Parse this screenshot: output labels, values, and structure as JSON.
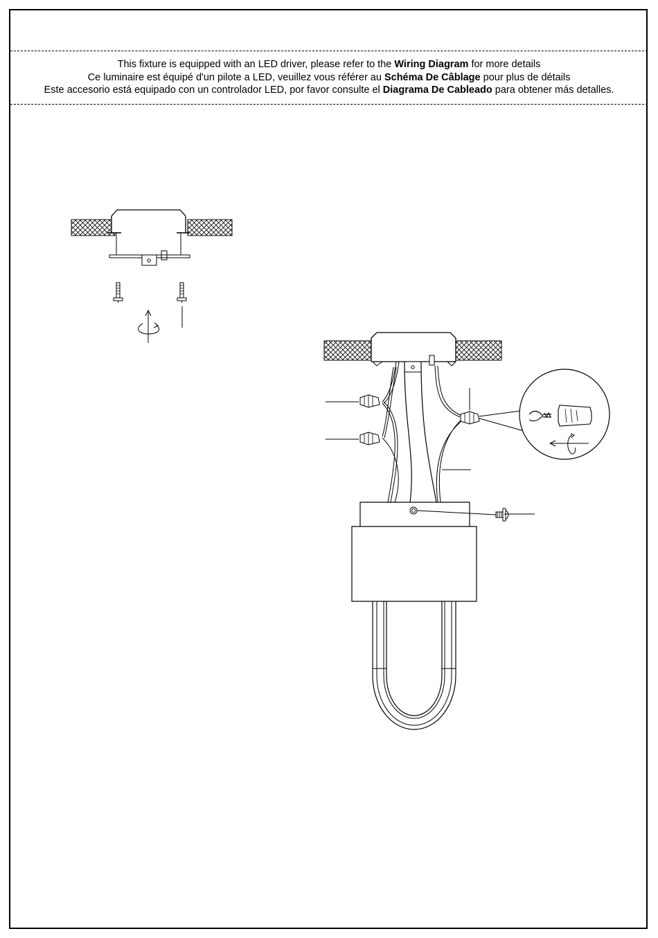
{
  "notice": {
    "en": {
      "pre": "This fixture is equipped with an LED driver, please refer to the",
      "bold": "Wiring Diagram",
      "post": "for more details"
    },
    "fr": {
      "pre": "Ce luminaire est équipé d'un pilote a LED, veuillez vous référer au",
      "bold": "Schéma De Câblage",
      "post": "pour plus de détails"
    },
    "es": {
      "pre": "Este accesorio está equipado con un controlador LED, por favor consulte el",
      "bold": "Diagrama De Cableado",
      "post": "para obtener más detalles."
    }
  },
  "colors": {
    "line": "#000000",
    "background": "#ffffff"
  }
}
